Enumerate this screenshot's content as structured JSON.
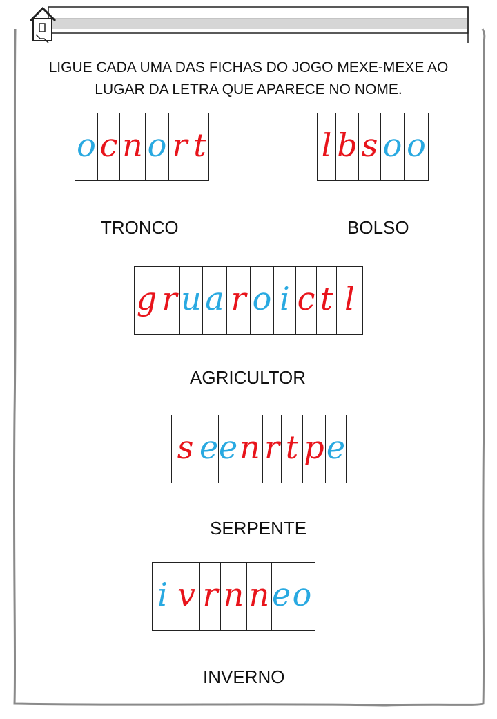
{
  "instructions": {
    "line1": "LIGUE CADA UMA DAS FICHAS DO JOGO MEXE-MEXE AO",
    "line2": "LUGAR DA LETRA QUE APARECE NO NOME."
  },
  "colors": {
    "vowel": "#29a9e1",
    "consonant": "#e8141b"
  },
  "exercises": [
    {
      "word": "TRONCO",
      "tiles": [
        {
          "letter": "o",
          "color": "vowel"
        },
        {
          "letter": "c",
          "color": "consonant"
        },
        {
          "letter": "n",
          "color": "consonant"
        },
        {
          "letter": "o",
          "color": "vowel"
        },
        {
          "letter": "r",
          "color": "consonant"
        },
        {
          "letter": "t",
          "color": "consonant"
        }
      ]
    },
    {
      "word": "BOLSO",
      "tiles": [
        {
          "letter": "l",
          "color": "consonant"
        },
        {
          "letter": "b",
          "color": "consonant"
        },
        {
          "letter": "s",
          "color": "consonant"
        },
        {
          "letter": "o",
          "color": "vowel"
        },
        {
          "letter": "o",
          "color": "vowel"
        }
      ]
    },
    {
      "word": "AGRICULTOR",
      "tiles": [
        {
          "letter": "g",
          "color": "consonant"
        },
        {
          "letter": "r",
          "color": "consonant"
        },
        {
          "letter": "u",
          "color": "vowel"
        },
        {
          "letter": "a",
          "color": "vowel"
        },
        {
          "letter": "r",
          "color": "consonant"
        },
        {
          "letter": "o",
          "color": "vowel"
        },
        {
          "letter": "i",
          "color": "vowel"
        },
        {
          "letter": "c",
          "color": "consonant"
        },
        {
          "letter": "t",
          "color": "consonant"
        },
        {
          "letter": "l",
          "color": "consonant"
        }
      ]
    },
    {
      "word": "SERPENTE",
      "tiles": [
        {
          "letter": "s",
          "color": "consonant"
        },
        {
          "letter": "e",
          "color": "vowel"
        },
        {
          "letter": "e",
          "color": "vowel"
        },
        {
          "letter": "n",
          "color": "consonant"
        },
        {
          "letter": "r",
          "color": "consonant"
        },
        {
          "letter": "t",
          "color": "consonant"
        },
        {
          "letter": "p",
          "color": "consonant"
        },
        {
          "letter": "e",
          "color": "vowel"
        }
      ]
    },
    {
      "word": "INVERNO",
      "tiles": [
        {
          "letter": "i",
          "color": "vowel"
        },
        {
          "letter": "v",
          "color": "consonant"
        },
        {
          "letter": "r",
          "color": "consonant"
        },
        {
          "letter": "n",
          "color": "consonant"
        },
        {
          "letter": "n",
          "color": "consonant"
        },
        {
          "letter": "e",
          "color": "vowel"
        },
        {
          "letter": "o",
          "color": "vowel"
        }
      ]
    }
  ]
}
